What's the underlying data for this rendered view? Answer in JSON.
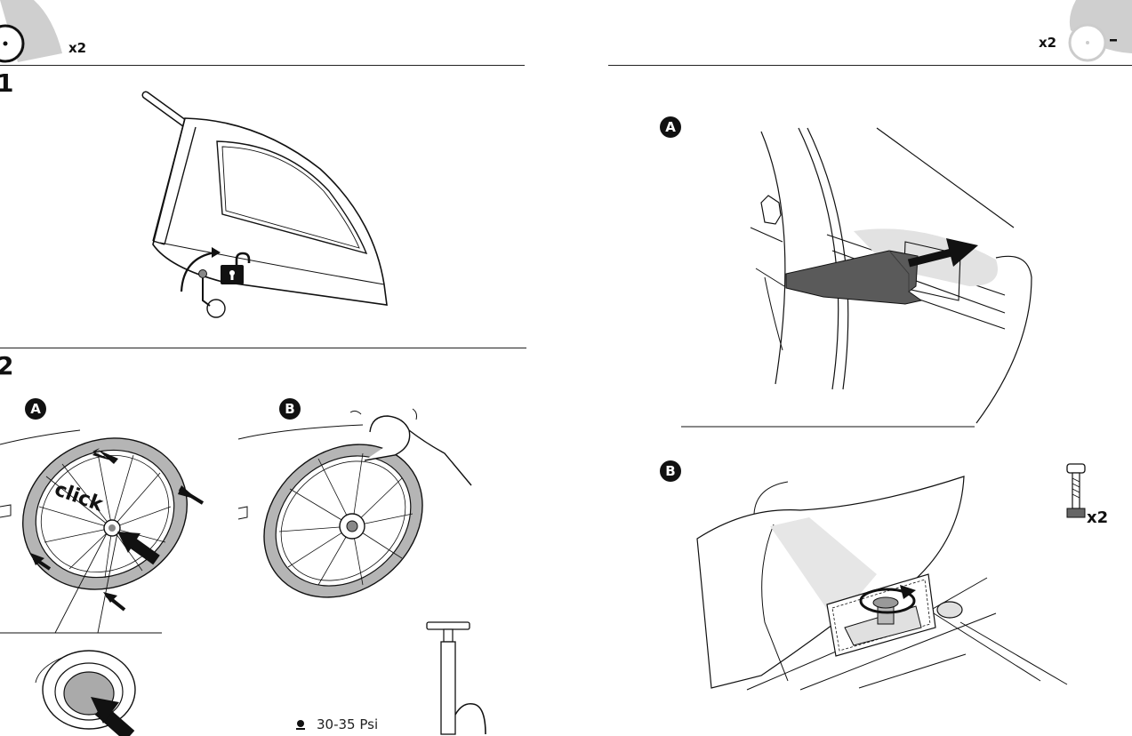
{
  "left_page": {
    "header_quantity": "x2",
    "step1": {
      "number": "1"
    },
    "step2": {
      "number": "2",
      "sub_a": {
        "badge": "A",
        "label": "click"
      },
      "sub_b": {
        "badge": "B"
      },
      "pressure": "30-35 Psi"
    }
  },
  "right_page": {
    "header_quantity": "x2",
    "sub_a": {
      "badge": "A"
    },
    "sub_b": {
      "badge": "B",
      "bolt_quantity": "x2"
    }
  },
  "icons": [
    "wheel-icon",
    "unlock-icon",
    "lever-rotate-icon",
    "pump-icon",
    "bolt-icon",
    "arrow-icon",
    "rotate-arrow-icon"
  ],
  "colors": {
    "ink": "#111111",
    "tire_gray": "#b5b5b5",
    "part_gray": "#5a5a5a",
    "shade": "#e2e2e2"
  }
}
